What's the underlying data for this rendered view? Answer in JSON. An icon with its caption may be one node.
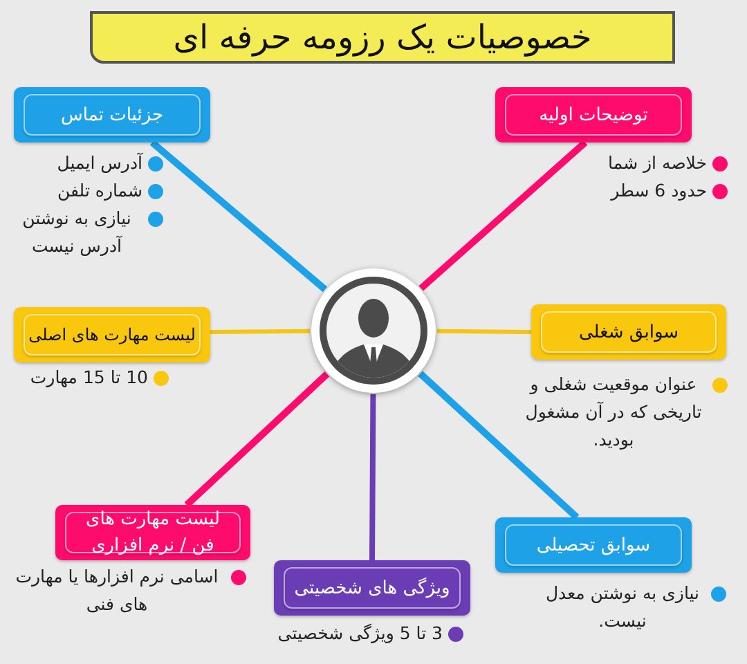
{
  "diagram": {
    "title": "خصوصیات یک رزومه حرفه ای",
    "nodes": [
      {
        "text": [],
        "shape": "person"
      },
      {
        "text": [
          "توضیحات اولیه"
        ],
        "beside": [
          "خلاصه از شما",
          "حدود 6 سطر"
        ]
      },
      {
        "text": [
          "جزئیات تماس"
        ],
        "beside": [
          "آدرس ایمیل",
          "شماره تلفن",
          "نیازی به نوشتن آدرس نیست"
        ]
      },
      {
        "text": [
          "سوابق شغلی"
        ],
        "beside": [
          "عنوان موقعیت شغلی و تاریخی که در آن مشغول بودید."
        ]
      },
      {
        "text": [
          "لیست مهارت های اصلی"
        ],
        "beside": [
          "10 تا 15 مهارت"
        ]
      },
      {
        "text": [
          "سوابق تحصیلی"
        ],
        "beside": [
          "نیازی به نوشتن معدل نیست."
        ]
      },
      {
        "text": [
          "ویژگی های شخصیتی"
        ],
        "beside": [
          "3 تا 5 ویژگی شخصیتی"
        ]
      },
      {
        "text": [
          "لیست مهارت های فن / نرم افزاری"
        ],
        "beside": [
          "اسامی نرم افزارها یا مهارت های فنی"
        ]
      }
    ],
    "edges": [
      {
        "from": 0,
        "to": 1,
        "arrow": "none",
        "color": "#fd0c6e"
      },
      {
        "from": 0,
        "to": 2,
        "arrow": "none",
        "color": "#1ea1e6"
      },
      {
        "from": 0,
        "to": 3,
        "arrow": "none",
        "color": "#f2c516"
      },
      {
        "from": 0,
        "to": 4,
        "arrow": "none",
        "color": "#f2c516"
      },
      {
        "from": 0,
        "to": 5,
        "arrow": "none",
        "color": "#1ea1e6"
      },
      {
        "from": 0,
        "to": 6,
        "arrow": "none",
        "color": "#6a3db5"
      },
      {
        "from": 0,
        "to": 7,
        "arrow": "none",
        "color": "#fd0c6e"
      }
    ]
  }
}
